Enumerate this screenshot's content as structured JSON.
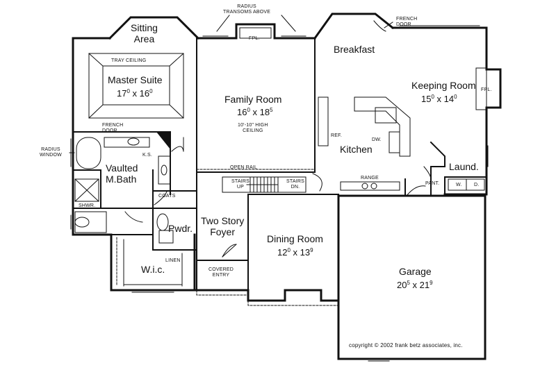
{
  "rooms": {
    "sitting": "Sitting\nArea",
    "master_name": "Master Suite",
    "master_dim": {
      "a": "17",
      "b": "0",
      "c": "16",
      "d": "0"
    },
    "tray": "TRAY CEILING",
    "family_name": "Family Room",
    "family_dim": {
      "a": "16",
      "b": "0",
      "c": "18",
      "d": "5"
    },
    "family_note": "10'-10\" HIGH\nCEILING",
    "breakfast": "Breakfast",
    "keeping_name": "Keeping Room",
    "keeping_dim": {
      "a": "15",
      "b": "0",
      "c": "14",
      "d": "0"
    },
    "kitchen": "Kitchen",
    "laund": "Laund.",
    "bath": "Vaulted\nM.Bath",
    "shwr": "SHWR.",
    "wic": "W.i.c.",
    "linen": "LINEN",
    "pwdr": "Pwdr.",
    "coats": "COATS",
    "foyer": "Two Story\nFoyer",
    "covered": "COVERED\nENTRY",
    "dining_name": "Dining Room",
    "dining_dim": {
      "a": "12",
      "b": "0",
      "c": "13",
      "d": "9"
    },
    "garage_name": "Garage",
    "garage_dim": {
      "a": "20",
      "b": "5",
      "c": "21",
      "d": "9"
    }
  },
  "notes": {
    "radius_transoms": "RADIUS\nTRANSOMS ABOVE",
    "fpl1": "FPL.",
    "fpl2": "FPL.",
    "french_door_top": "FRENCH\nDOOR",
    "french_door_bath": "FRENCH\nDOOR",
    "radius_window": "RADIUS\nWINDOW",
    "ks": "K.S.",
    "open_rail": "OPEN RAIL",
    "stairs_up": "STAIRS\nUP",
    "stairs_dn": "STAIRS\nDN.",
    "ref": "REF.",
    "dw": "DW.",
    "range": "RANGE",
    "pant": "PANT.",
    "w": "W.",
    "d": "D."
  },
  "copyright": "copyright © 2002 frank betz associates, inc."
}
